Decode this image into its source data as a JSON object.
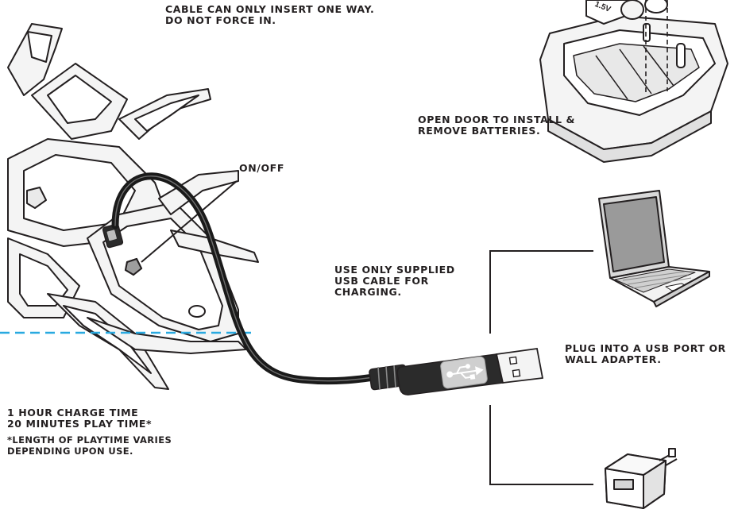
{
  "labels": {
    "cable_insert": [
      "CABLE CAN ONLY INSERT ONE WAY.",
      "DO NOT FORCE IN."
    ],
    "battery_door": [
      "OPEN DOOR TO INSTALL &",
      "REMOVE BATTERIES."
    ],
    "on_off": "ON/OFF",
    "usb_cable": [
      "USE ONLY SUPPLIED",
      "USB CABLE FOR",
      "CHARGING."
    ],
    "plug_into": [
      "PLUG INTO A USB PORT OR",
      "WALL ADAPTER."
    ],
    "charge_time": [
      "1 HOUR CHARGE TIME",
      "20 MINUTES PLAY TIME*"
    ],
    "playtime_note": [
      "*LENGTH OF PLAYTIME VARIES",
      "DEPENDING UPON USE."
    ],
    "battery_voltage": "1.5V"
  },
  "colors": {
    "ink": "#231f20",
    "cable": "#1a1a1a",
    "connector": "#2b2b2b",
    "usb_logo": "#cfcfcf",
    "dashed_line": "#29a9e0",
    "drone_fill": "#f4f4f4"
  },
  "icons": [
    "usb-logo-icon",
    "laptop-icon",
    "wall-adapter-icon",
    "battery-icon",
    "power-switch-icon"
  ]
}
